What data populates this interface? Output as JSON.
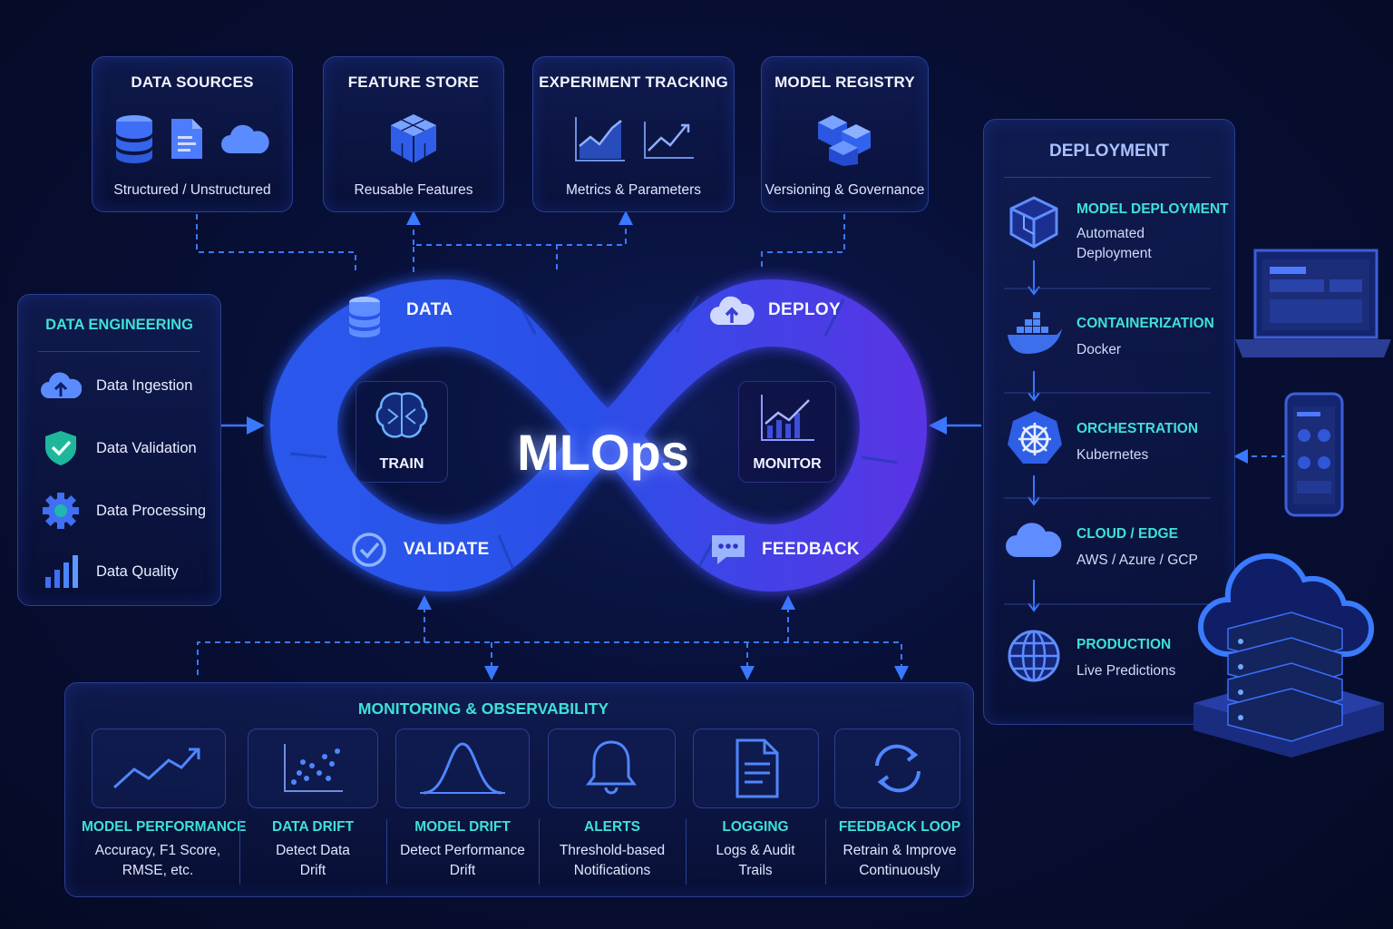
{
  "top_cards": [
    {
      "title": "DATA SOURCES",
      "subtitle": "Structured / Unstructured"
    },
    {
      "title": "FEATURE STORE",
      "subtitle": "Reusable Features"
    },
    {
      "title": "EXPERIMENT TRACKING",
      "subtitle": "Metrics & Parameters"
    },
    {
      "title": "MODEL REGISTRY",
      "subtitle": "Versioning & Governance"
    }
  ],
  "data_engineering": {
    "title": "DATA ENGINEERING",
    "items": [
      {
        "label": "Data Ingestion",
        "icon": "cloud-upload-icon"
      },
      {
        "label": "Data Validation",
        "icon": "shield-check-icon"
      },
      {
        "label": "Data Processing",
        "icon": "gear-icon"
      },
      {
        "label": "Data Quality",
        "icon": "bar-chart-icon"
      }
    ]
  },
  "loop": {
    "center": "MLOps",
    "data": "DATA",
    "deploy": "DEPLOY",
    "train": "TRAIN",
    "monitor": "MONITOR",
    "validate": "VALIDATE",
    "feedback": "FEEDBACK"
  },
  "deployment": {
    "title": "DEPLOYMENT",
    "steps": [
      {
        "title": "MODEL DEPLOYMENT",
        "desc1": "Automated",
        "desc2": "Deployment",
        "icon": "cube-icon"
      },
      {
        "title": "CONTAINERIZATION",
        "desc1": "Docker",
        "icon": "docker-icon"
      },
      {
        "title": "ORCHESTRATION",
        "desc1": "Kubernetes",
        "icon": "kubernetes-icon"
      },
      {
        "title": "CLOUD / EDGE",
        "desc1": "AWS / Azure / GCP",
        "icon": "cloud-icon"
      },
      {
        "title": "PRODUCTION",
        "desc1": "Live Predictions",
        "icon": "globe-icon"
      }
    ]
  },
  "monitoring": {
    "title": "MONITORING & OBSERVABILITY",
    "items": [
      {
        "title": "MODEL PERFORMANCE",
        "desc1": "Accuracy, F1 Score,",
        "desc2": "RMSE, etc.",
        "icon": "trend-line-icon"
      },
      {
        "title": "DATA DRIFT",
        "desc1": "Detect Data",
        "desc2": "Drift",
        "icon": "scatter-plot-icon"
      },
      {
        "title": "MODEL DRIFT",
        "desc1": "Detect Performance",
        "desc2": "Drift",
        "icon": "bell-curve-icon"
      },
      {
        "title": "ALERTS",
        "desc1": "Threshold-based",
        "desc2": "Notifications",
        "icon": "bell-icon"
      },
      {
        "title": "LOGGING",
        "desc1": "Logs & Audit",
        "desc2": "Trails",
        "icon": "document-icon"
      },
      {
        "title": "FEEDBACK LOOP",
        "desc1": "Retrain & Improve",
        "desc2": "Continuously",
        "icon": "refresh-icon"
      }
    ]
  },
  "colors": {
    "accent_cyan": "#3fe0d7",
    "loop_blue": "#2f5cf0",
    "loop_purple": "#5a3ce8",
    "background": "#060b26"
  }
}
